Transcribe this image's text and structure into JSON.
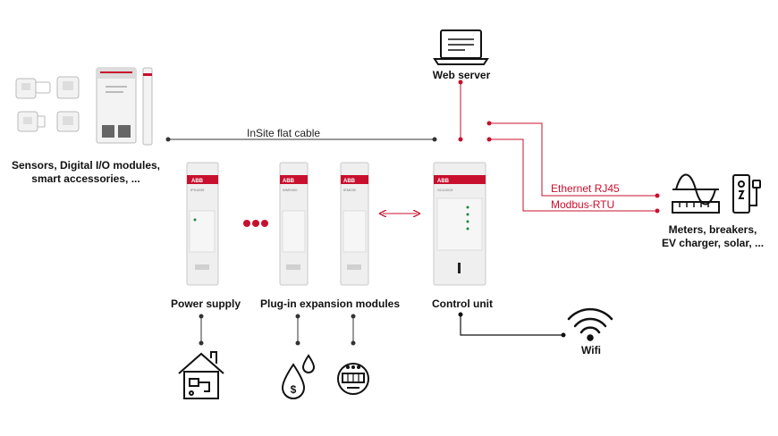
{
  "labels": {
    "web_server": "Web server",
    "sensors_line1": "Sensors, Digital I/O modules,",
    "sensors_line2": "smart accessories, ...",
    "flat_cable": "InSite flat cable",
    "ethernet": "Ethernet RJ45",
    "modbus": "Modbus-RTU",
    "meters_line1": "Meters, breakers,",
    "meters_line2": "EV charger, solar, ...",
    "power_supply": "Power supply",
    "plugin": "Plug-in expansion modules",
    "control_unit": "Control unit",
    "wifi": "Wifi"
  },
  "device_marks": {
    "brand": "ABB",
    "ps_model": "IPS4035",
    "exp1_model": "WMS400",
    "exp2_model": "IEM035",
    "cu_model": "SCU4015"
  },
  "icons": {
    "web": "laptop-icon",
    "meter": "meter-waveform-icon",
    "plug": "ev-plug-icon",
    "house": "smart-home-icon",
    "drops": "water-cost-icon",
    "gauge": "energy-meter-icon",
    "wifi": "wifi-icon"
  },
  "colors": {
    "accent_red": "#c8102e",
    "line_dark": "#333333",
    "device_body": "#eeeeee"
  }
}
